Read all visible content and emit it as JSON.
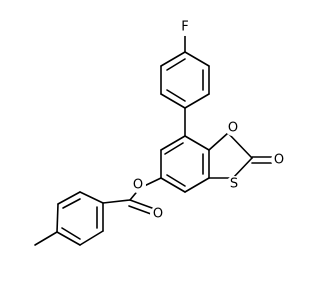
{
  "molecule": {
    "atoms": {
      "fluorine": {
        "label": "F",
        "color": "#000000"
      },
      "ring_oxygen": {
        "label": "O",
        "color": "#000000"
      },
      "carbonyl_oxygen_right": {
        "label": "O",
        "color": "#000000"
      },
      "sulfur": {
        "label": "S",
        "color": "#000000"
      },
      "ester_oxygen": {
        "label": "O",
        "color": "#000000"
      },
      "carbonyl_oxygen_left": {
        "label": "O",
        "color": "#000000"
      }
    },
    "bond_color": "#000000",
    "background": "#ffffff"
  }
}
